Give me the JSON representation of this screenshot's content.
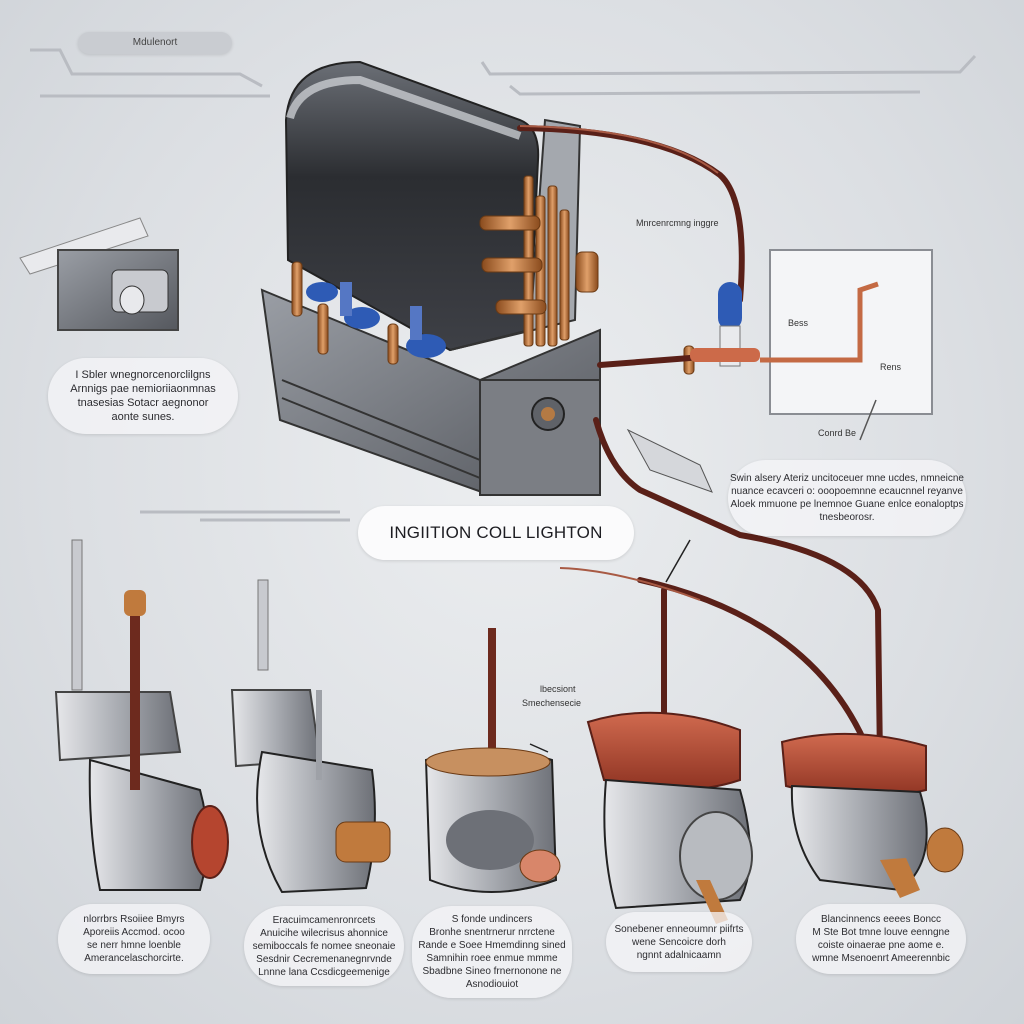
{
  "header": {
    "tag_label": "Mdulenort"
  },
  "title": "INGIITION COLL LIGHTON",
  "labels": {
    "coil_top": "Mnrcenrcmng inggre",
    "box_left": "Bess",
    "box_right": "Rens",
    "box_under": "Conrd Be",
    "mid_line1": "lbecsiont",
    "mid_line2": "Smechensecie"
  },
  "notes": {
    "left_mid": [
      "I Sbler wnegnorcenorclilgns",
      "Arnnigs pae nemioriiaonmnas",
      "tnasesias Sotacr aegnonor",
      "aonte sunes."
    ],
    "right_mid": [
      "Swin alsery Ateriz uncitoceuer mne ucdes, nmneicne",
      "nuance ecavceri o: ooopoemnne ecaucnnel reyanve",
      "Aloek mmuone pe lnemnoe Guane enlce eonaloptps",
      "tnesbeorosr."
    ],
    "bottom_1": [
      "nlorrbrs Rsoiiee Bmyrs",
      "Aporeiis Accmod. ocoo",
      "se nerr hmne loenble",
      "Amerancelaschorcirte."
    ],
    "bottom_2": [
      "Eracuimcamenronrcets",
      "Anuicihe wilecrisus ahonnice",
      "semiboccals fe nomee sneonaie",
      "Sesdnir Cecremenanegnrvnde",
      "Lnnne lana Ccsdicgeemenige"
    ],
    "bottom_3": [
      "S fonde undincers",
      "Bronhe snentrnerur nrrctene",
      "Rande e Soee Hmemdinng sined",
      "Samnihin roee enmue mmme",
      "Sbadbne Sineo frnernonone ne",
      "Asnodiouiot"
    ],
    "bottom_4": [
      "Sonebener enneoumnr piifrts",
      "wene Sencoicre dorh",
      "ngnnt adalnicaamn"
    ],
    "bottom_5": [
      "Blancinnencs eeees Boncc",
      "M Ste Bot tmne louve eenngne",
      "coiste oinaerae pne aome e.",
      "wmne Msenoenrt Ameerennbic"
    ]
  },
  "colors": {
    "background": "#dcdfe3",
    "coil_body": "#3d3f44",
    "copper": "#c07a3d",
    "wire": "#5a2018",
    "blue_cap": "#2e5bb5",
    "boot_red": "#b5452f"
  }
}
